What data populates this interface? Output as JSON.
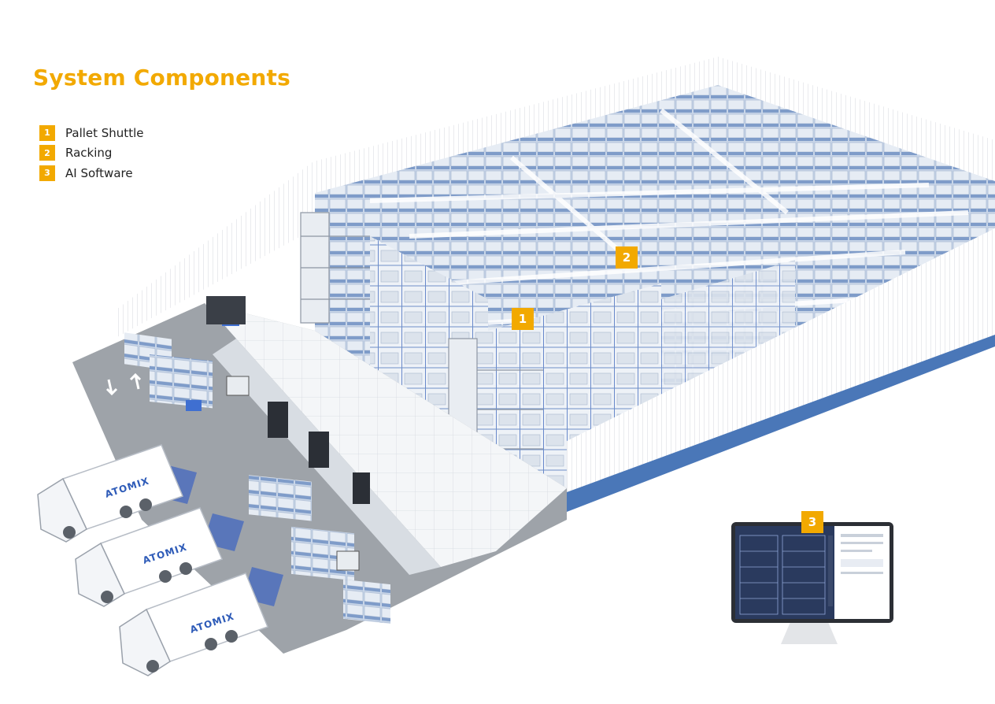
{
  "title": "System Components",
  "legend": [
    {
      "number": "1",
      "label": "Pallet Shuttle"
    },
    {
      "number": "2",
      "label": "Racking"
    },
    {
      "number": "3",
      "label": "AI Software"
    }
  ],
  "markers": {
    "shuttle": "1",
    "racking": "2",
    "software": "3"
  },
  "truck_brand": "ATOMIX",
  "colors": {
    "accent": "#F2A900",
    "rack_blue": "#2E5BB8",
    "pallet": "#DCE3EC"
  }
}
